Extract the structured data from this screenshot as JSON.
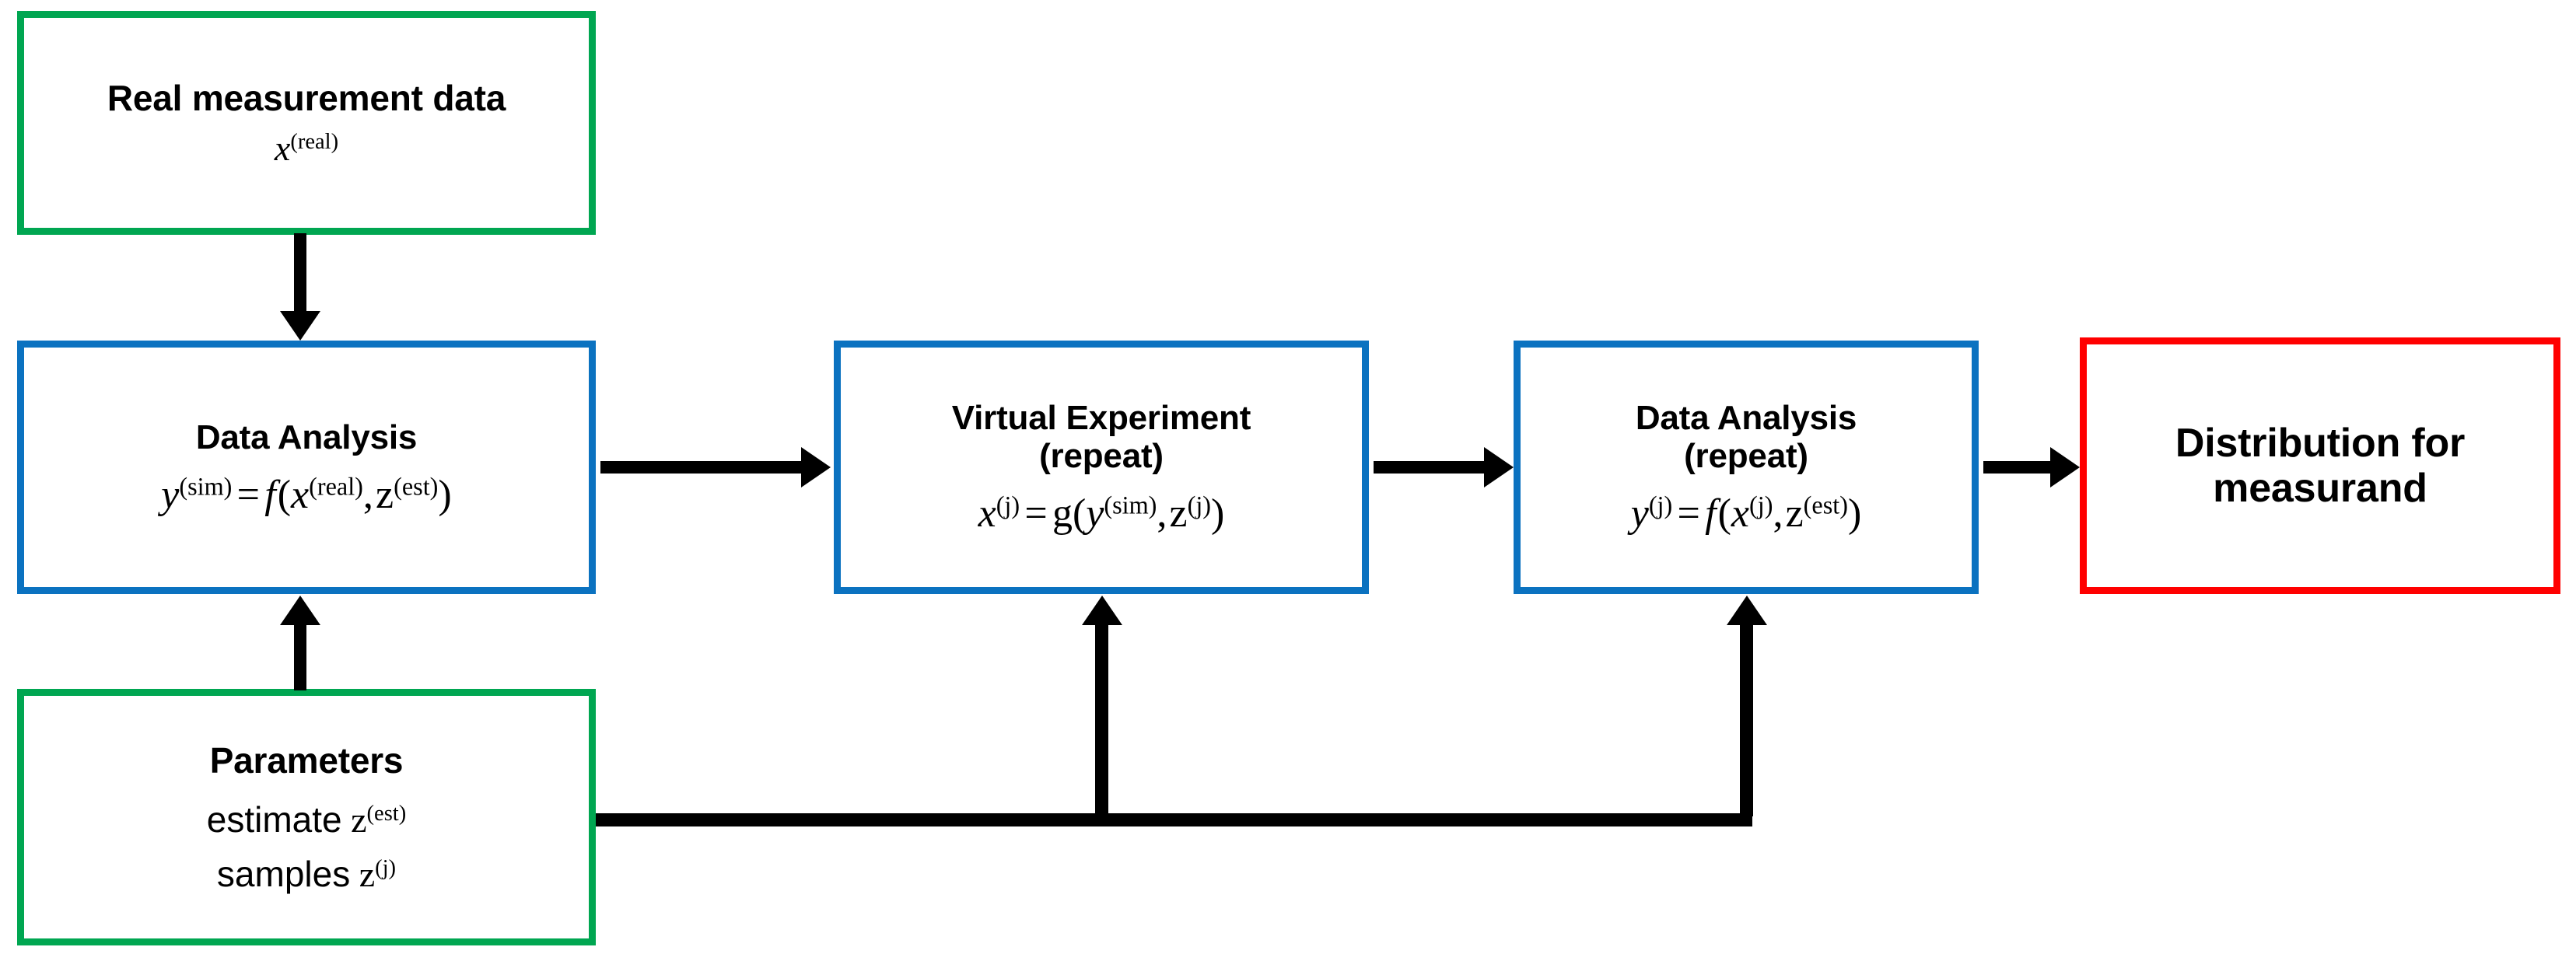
{
  "diagram": {
    "title": "Virtual experiment uncertainty propagation flowchart",
    "colors": {
      "green": "#00A651",
      "blue": "#0B72C0",
      "red": "#FF0000",
      "arrow": "#000000",
      "background": "#FFFFFF"
    },
    "nodes": {
      "real_data": {
        "title": "Real measurement data",
        "formula_parts": {
          "base": "x",
          "sup": "(real)"
        },
        "border_color": "#00A651"
      },
      "data_analysis_1": {
        "title": "Data Analysis",
        "formula_parts": {
          "lhs_base": "y",
          "lhs_sup": "(sim)",
          "eq": "=",
          "fn": "f",
          "open": "(",
          "a1_base": "x",
          "a1_sup": "(real)",
          "comma": ",",
          "a2_base": "z",
          "a2_sup": "(est)",
          "close": ")"
        },
        "border_color": "#0B72C0"
      },
      "virtual_experiment": {
        "title_line1": "Virtual Experiment",
        "title_line2": "(repeat)",
        "formula_parts": {
          "lhs_base": "x",
          "lhs_sup": "(j)",
          "eq": "=",
          "fn": "g",
          "open": "(",
          "a1_base": "y",
          "a1_sup": "(sim)",
          "comma": ",",
          "a2_base": "z",
          "a2_sup": "(j)",
          "close": ")"
        },
        "border_color": "#0B72C0"
      },
      "data_analysis_2": {
        "title_line1": "Data Analysis",
        "title_line2": "(repeat)",
        "formula_parts": {
          "lhs_base": "y",
          "lhs_sup": "(j)",
          "eq": "=",
          "fn": "f",
          "open": "(",
          "a1_base": "x",
          "a1_sup": "(j)",
          "comma": ",",
          "a2_base": "z",
          "a2_sup": "(est)",
          "close": ")"
        },
        "border_color": "#0B72C0"
      },
      "distribution": {
        "title_line1": "Distribution for",
        "title_line2": "measurand",
        "border_color": "#FF0000"
      },
      "parameters": {
        "title": "Parameters",
        "line1_label": "estimate",
        "line1_base": "z",
        "line1_sup": "(est)",
        "line2_label": "samples",
        "line2_base": "z",
        "line2_sup": "(j)",
        "border_color": "#00A651"
      }
    },
    "connectors": [
      {
        "name": "real-data-to-data-analysis",
        "kind": "arrow-down"
      },
      {
        "name": "data-analysis-to-virtual-experiment",
        "kind": "arrow-right"
      },
      {
        "name": "virtual-experiment-to-data-analysis-2",
        "kind": "arrow-right"
      },
      {
        "name": "data-analysis-2-to-distribution",
        "kind": "arrow-right"
      },
      {
        "name": "parameters-to-data-analysis",
        "kind": "arrow-up"
      },
      {
        "name": "parameters-to-virtual-experiment",
        "kind": "arrow-up-elbow"
      },
      {
        "name": "parameters-to-data-analysis-2",
        "kind": "arrow-up-elbow"
      }
    ]
  }
}
